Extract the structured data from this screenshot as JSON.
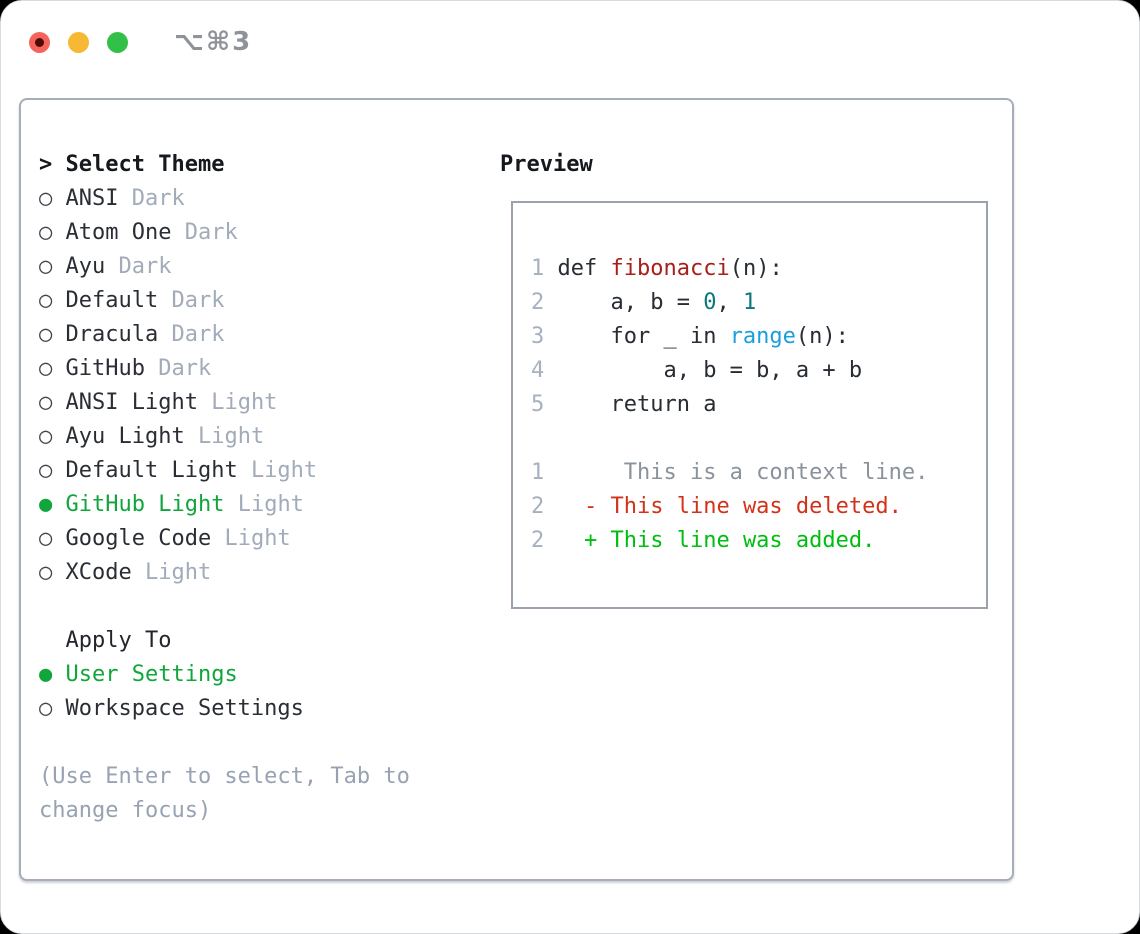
{
  "window": {
    "title": "⌥⌘3",
    "traffic_lights": [
      "close",
      "minimize",
      "zoom"
    ]
  },
  "theme_picker": {
    "header": {
      "prefix": ">",
      "label": "Select Theme"
    },
    "markers": {
      "radio_selected": "●",
      "radio_unselected": "○"
    },
    "options": [
      {
        "name": "ANSI",
        "variant": "Dark",
        "selected": false
      },
      {
        "name": "Atom One",
        "variant": "Dark",
        "selected": false
      },
      {
        "name": "Ayu",
        "variant": "Dark",
        "selected": false
      },
      {
        "name": "Default",
        "variant": "Dark",
        "selected": false
      },
      {
        "name": "Dracula",
        "variant": "Dark",
        "selected": false
      },
      {
        "name": "GitHub",
        "variant": "Dark",
        "selected": false
      },
      {
        "name": "ANSI Light",
        "variant": "Light",
        "selected": false
      },
      {
        "name": "Ayu Light",
        "variant": "Light",
        "selected": false
      },
      {
        "name": "Default Light",
        "variant": "Light",
        "selected": false
      },
      {
        "name": "GitHub Light",
        "variant": "Light",
        "selected": true
      },
      {
        "name": "Google Code",
        "variant": "Light",
        "selected": false
      },
      {
        "name": "XCode",
        "variant": "Light",
        "selected": false
      }
    ],
    "apply_to": {
      "label": "Apply To",
      "options": [
        {
          "name": "User Settings",
          "selected": true
        },
        {
          "name": "Workspace Settings",
          "selected": false
        }
      ]
    },
    "hint": "(Use Enter to select, Tab to change focus)"
  },
  "preview": {
    "label": "Preview",
    "code_lines": [
      {
        "num": "1",
        "segments": [
          {
            "t": "def ",
            "c": "fg"
          },
          {
            "t": "fibonacci",
            "c": "func"
          },
          {
            "t": "(n):",
            "c": "fg"
          }
        ]
      },
      {
        "num": "2",
        "segments": [
          {
            "t": "    a, b = ",
            "c": "fg"
          },
          {
            "t": "0",
            "c": "num"
          },
          {
            "t": ", ",
            "c": "fg"
          },
          {
            "t": "1",
            "c": "num"
          }
        ]
      },
      {
        "num": "3",
        "segments": [
          {
            "t": "    for _ in ",
            "c": "fg"
          },
          {
            "t": "range",
            "c": "builtin"
          },
          {
            "t": "(n):",
            "c": "fg"
          }
        ]
      },
      {
        "num": "4",
        "segments": [
          {
            "t": "        a, b = b, a + b",
            "c": "fg"
          }
        ]
      },
      {
        "num": "5",
        "segments": [
          {
            "t": "    return a",
            "c": "fg"
          }
        ]
      },
      {
        "num": "",
        "segments": []
      },
      {
        "num": "1",
        "segments": [
          {
            "t": "     This is a context line.",
            "c": "ctx"
          }
        ]
      },
      {
        "num": "2",
        "segments": [
          {
            "t": "  ",
            "c": "ctx"
          },
          {
            "t": "- This line was deleted.",
            "c": "del"
          }
        ]
      },
      {
        "num": "2",
        "segments": [
          {
            "t": "  ",
            "c": "ctx"
          },
          {
            "t": "+ This line was added.",
            "c": "add"
          }
        ]
      }
    ]
  },
  "colors": {
    "selected_green": "#10a63c",
    "diff_added_green": "#00be0f",
    "diff_deleted_red": "#d23219",
    "function_red": "#aa1e19",
    "number_teal": "#0a787d",
    "builtin_blue": "#19a0dc",
    "muted_gray": "#a2abba",
    "traffic_red": "#f4645c",
    "traffic_yellow": "#f7b833",
    "traffic_green": "#33c048"
  }
}
